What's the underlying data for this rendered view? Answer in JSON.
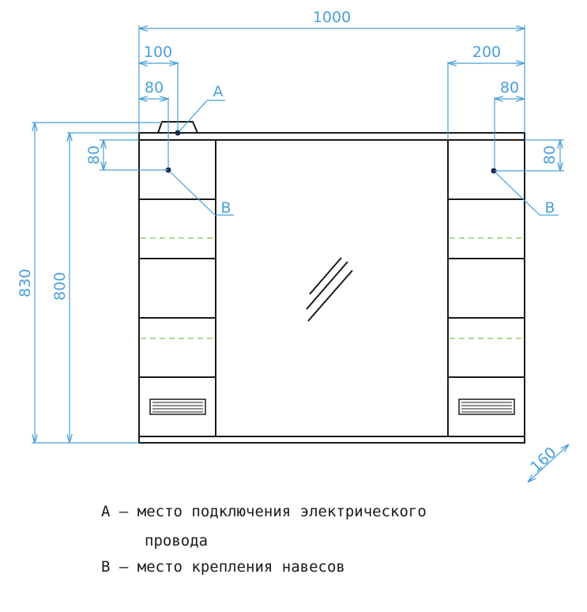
{
  "colors": {
    "dimension": "#4a9fd5",
    "outline": "#1a1a1a",
    "shelf_dashed": "#8fcf6f",
    "point": "#1a2a4a"
  },
  "dimensions": {
    "total_width": "1000",
    "left_offset_wire": "100",
    "left_offset_hook": "80",
    "right_offset_side": "200",
    "right_offset_hook": "80",
    "left_hook_height": "80",
    "right_hook_height": "80",
    "total_height": "830",
    "body_height": "800",
    "depth": "160"
  },
  "callouts": {
    "a": "A",
    "b_left": "B",
    "b_right": "B"
  },
  "legend": {
    "line_a1": "A – место подключения электрического",
    "line_a2": "провода",
    "line_b": "B – место крепления навесов"
  }
}
